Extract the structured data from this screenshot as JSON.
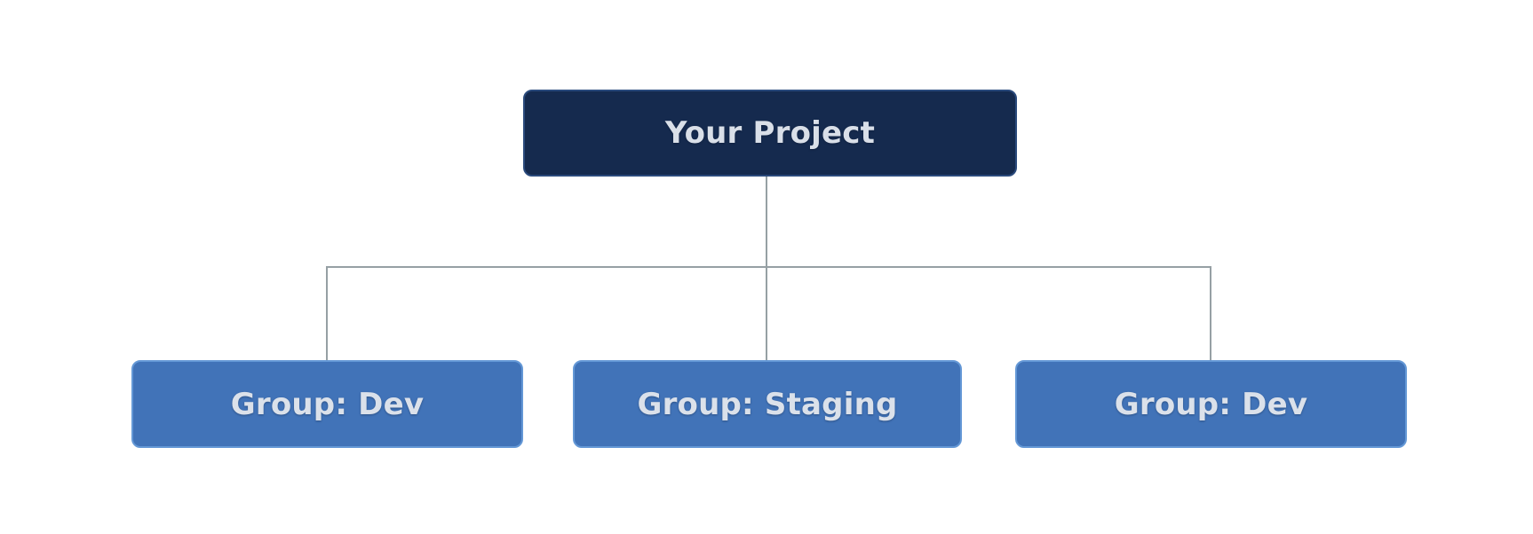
{
  "diagram": {
    "type": "tree",
    "root": {
      "label": "Your Project"
    },
    "children": [
      {
        "label": "Group: Dev"
      },
      {
        "label": "Group: Staging"
      },
      {
        "label": "Group: Dev"
      }
    ],
    "colors": {
      "background": "#ffffff",
      "root_fill": "#152a4e",
      "root_border": "#2a4a7c",
      "child_fill": "#4173b8",
      "child_border": "#6498d6",
      "label_text": "#d9dfe8",
      "connector": "#96a0a4"
    }
  }
}
